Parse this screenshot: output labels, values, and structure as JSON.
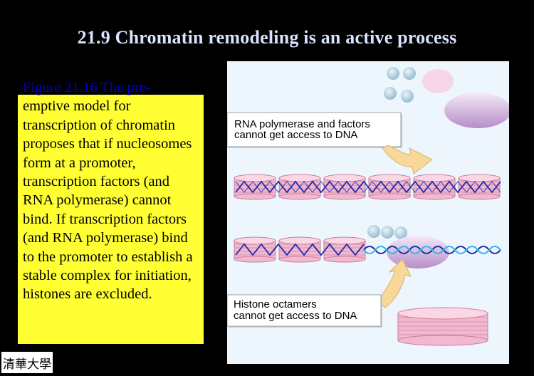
{
  "slide": {
    "title": "21.9 Chromatin remodeling is an active process",
    "caption_figure": "Figure 21.16 The pre-",
    "caption_body": "emptive model for transcription of chromatin proposes that if nucleosomes form at a promoter, transcription factors (and RNA polymerase) cannot bind. If transcription factors (and RNA polymerase) bind to the promoter to establish a stable complex for initiation, histones are excluded."
  },
  "figure": {
    "label_top_line1": "RNA polymerase and factors",
    "label_top_line2": "cannot get access to DNA",
    "label_bottom_line1": "Histone octamers",
    "label_bottom_line2": "cannot get access to DNA"
  },
  "logo": {
    "text": "清華大學"
  },
  "colors": {
    "background": "#000000",
    "title": "#d9e3ff",
    "caption_box": "#ffff33",
    "caption_figure": "#0000cc",
    "figure_bg": "#eef6fd",
    "nucleosome": "#f2b8cf",
    "dna_blue": "#1e2aa8",
    "dna_cyan": "#27b6e8",
    "arrow": "#f8d898"
  }
}
